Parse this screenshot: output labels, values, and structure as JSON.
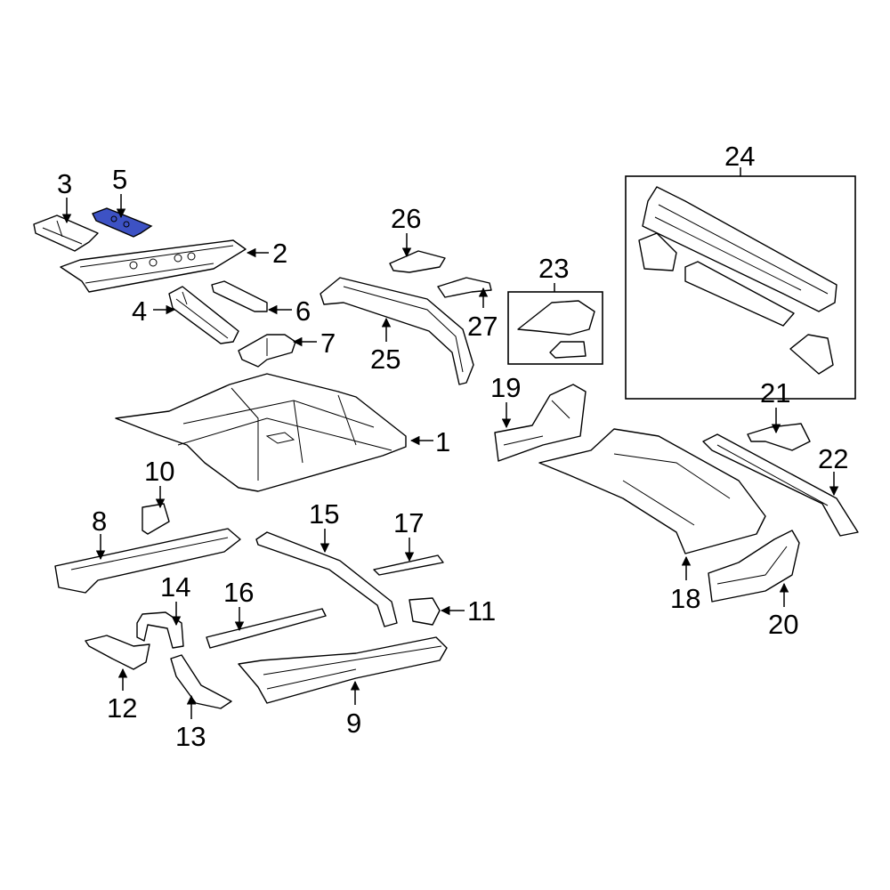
{
  "highlight_color": "#3d52c4",
  "callouts": {
    "c1": "1",
    "c2": "2",
    "c3": "3",
    "c4": "4",
    "c5": "5",
    "c6": "6",
    "c7": "7",
    "c8": "8",
    "c9": "9",
    "c10": "10",
    "c11": "11",
    "c12": "12",
    "c13": "13",
    "c14": "14",
    "c15": "15",
    "c16": "16",
    "c17": "17",
    "c18": "18",
    "c19": "19",
    "c20": "20",
    "c21": "21",
    "c22": "22",
    "c23": "23",
    "c24": "24",
    "c25": "25",
    "c26": "26",
    "c27": "27"
  },
  "highlighted_part": "5"
}
